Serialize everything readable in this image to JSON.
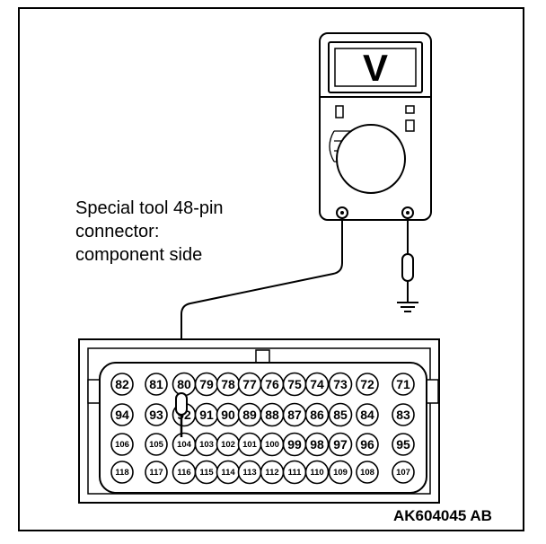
{
  "meter": {
    "symbol": "V"
  },
  "caption": {
    "line1": "Special tool 48-pin",
    "line2": "connector:",
    "line3": "component side"
  },
  "connector": {
    "rows": [
      [
        "82",
        "81",
        "80",
        "79",
        "78",
        "77",
        "76",
        "75",
        "74",
        "73",
        "72",
        "71"
      ],
      [
        "94",
        "93",
        "92",
        "91",
        "90",
        "89",
        "88",
        "87",
        "86",
        "85",
        "84",
        "83"
      ],
      [
        "106",
        "105",
        "104",
        "103",
        "102",
        "101",
        "100",
        "99",
        "98",
        "97",
        "96",
        "95"
      ],
      [
        "118",
        "117",
        "116",
        "115",
        "114",
        "113",
        "112",
        "111",
        "110",
        "109",
        "108",
        "107"
      ]
    ],
    "probe_pin": "104"
  },
  "figure_code": "AK604045 AB"
}
